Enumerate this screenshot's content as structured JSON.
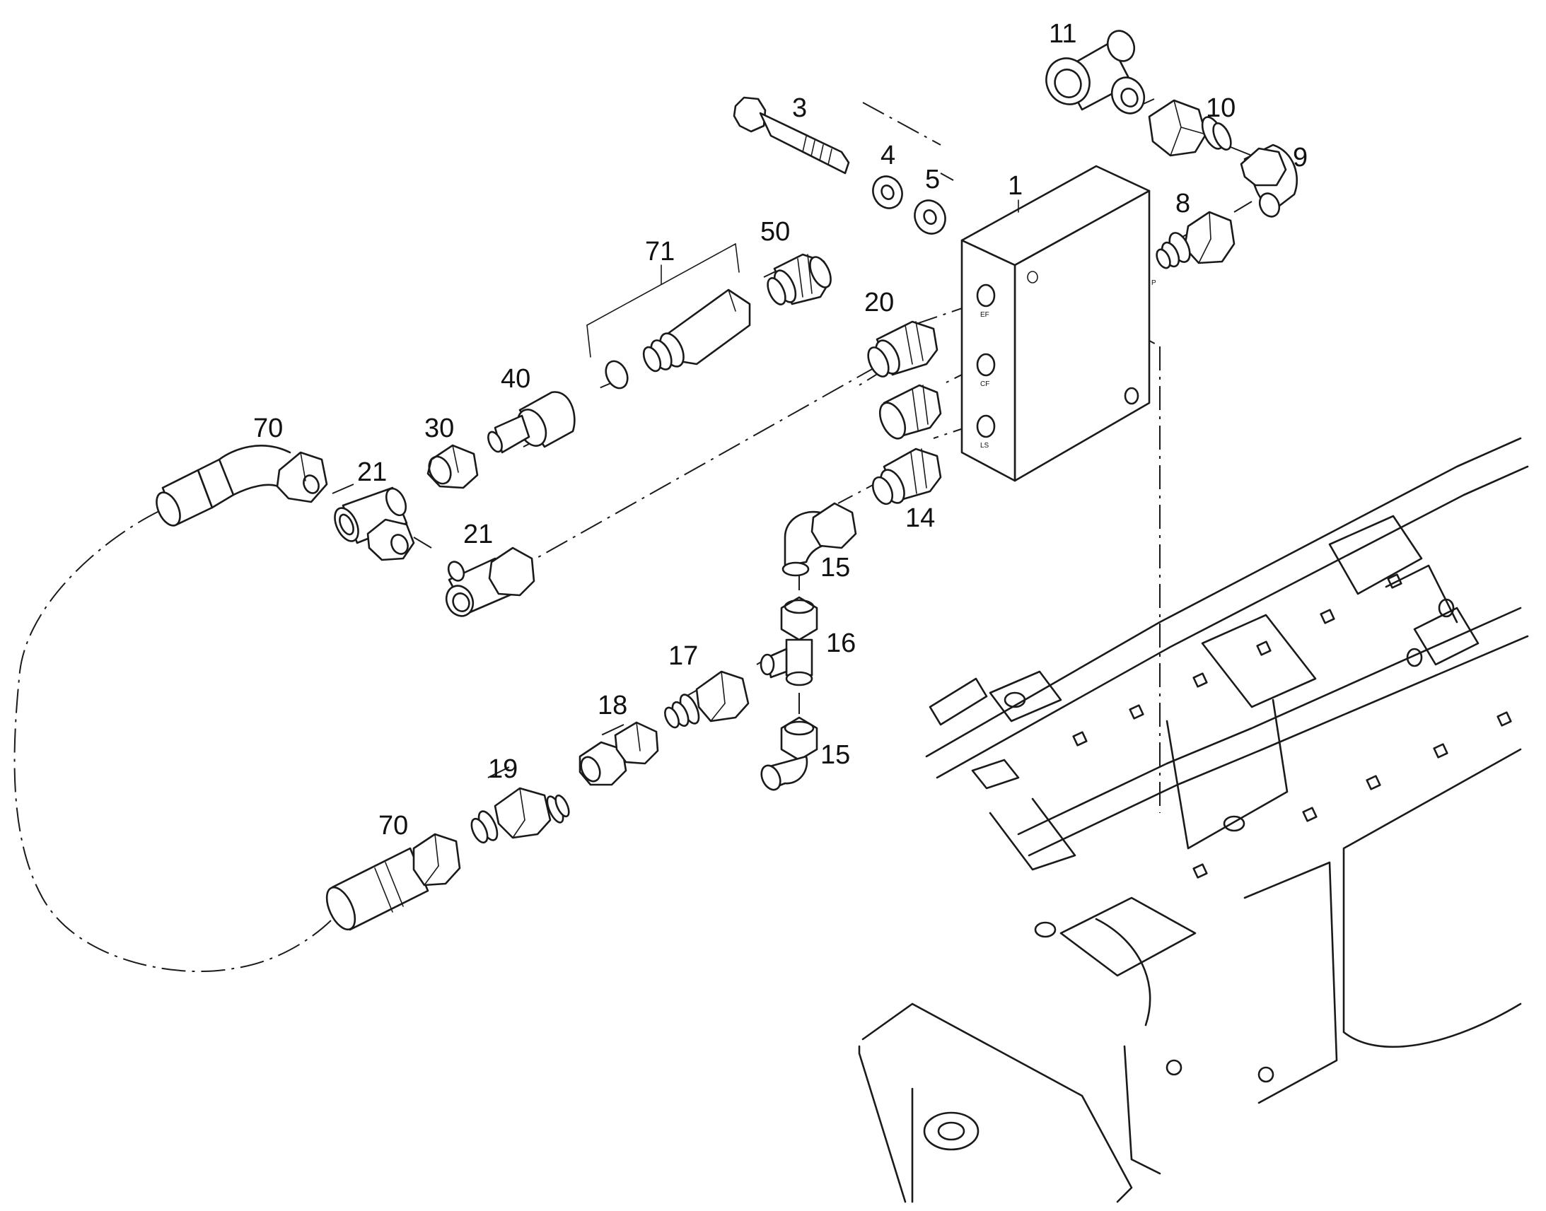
{
  "diagram": {
    "callouts": {
      "c1": "1",
      "c3": "3",
      "c4": "4",
      "c5": "5",
      "c8": "8",
      "c9": "9",
      "c10": "10",
      "c11": "11",
      "c14": "14",
      "c15a": "15",
      "c15b": "15",
      "c16": "16",
      "c17": "17",
      "c18": "18",
      "c19": "19",
      "c20": "20",
      "c21a": "21",
      "c21b": "21",
      "c30": "30",
      "c40": "40",
      "c50": "50",
      "c70a": "70",
      "c70b": "70",
      "c71": "71"
    },
    "port_labels": {
      "ef": "EF",
      "cf": "CF",
      "ls": "LS",
      "p": "P"
    }
  }
}
